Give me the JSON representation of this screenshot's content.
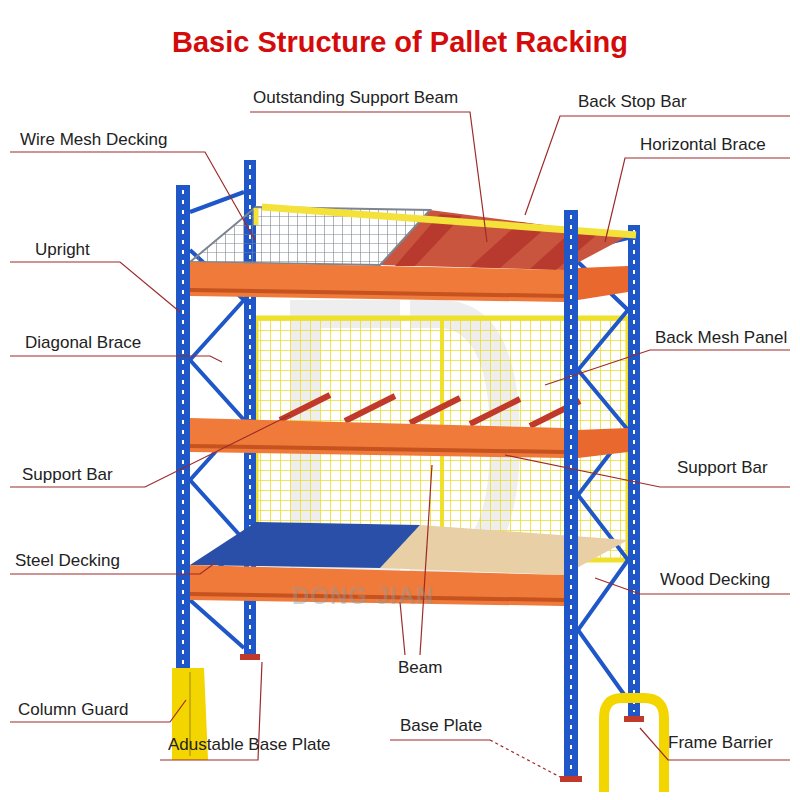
{
  "diagram": {
    "title": "Basic Structure of Pallet Racking",
    "labels": [
      "Outstanding Support Beam",
      "Back Stop Bar",
      "Wire Mesh Decking",
      "Horizontal Brace",
      "Upright",
      "Diagonal Brace",
      "Back Mesh Panel",
      "Support Bar",
      "Support Bar",
      "Steel Decking",
      "Wood Decking",
      "Beam",
      "Column Guard",
      "Adustable Base Plate",
      "Base Plate",
      "Frame Barrier",
      "DONG JIAN"
    ]
  }
}
